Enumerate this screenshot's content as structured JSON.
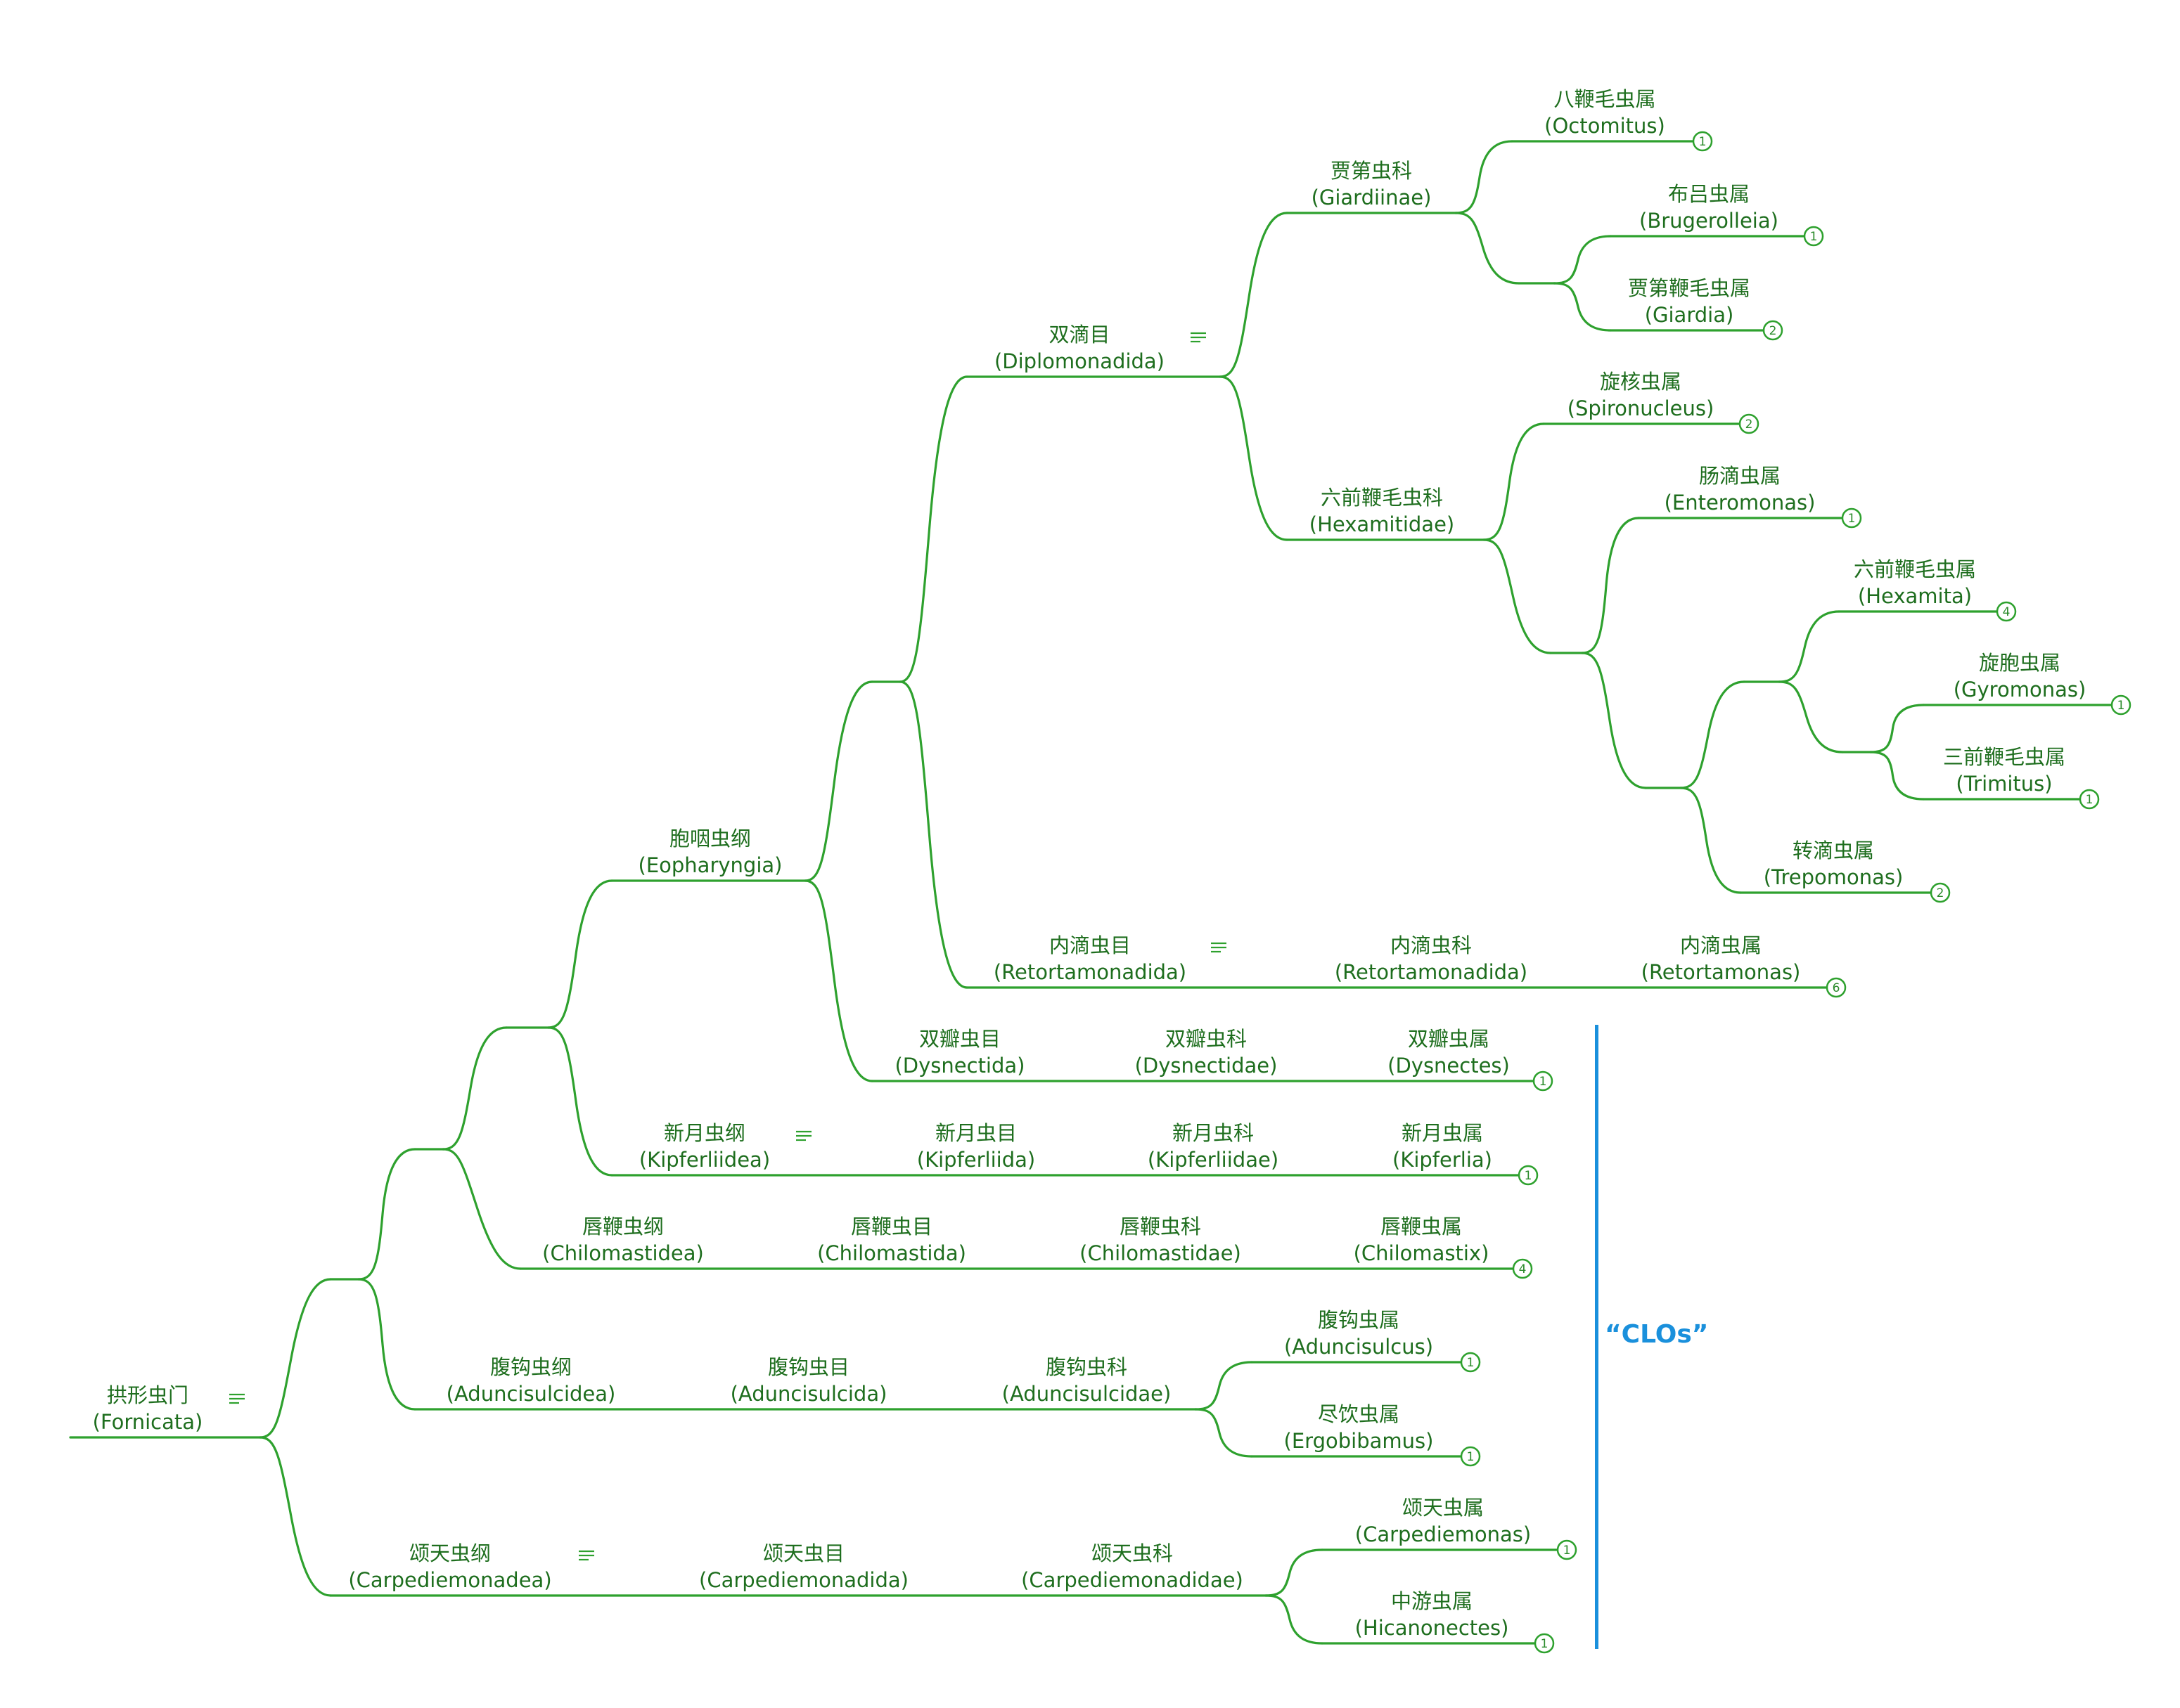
{
  "colors": {
    "edge": "#2ea12e",
    "text": "#1e6e1e",
    "clos": "#1a90dc"
  },
  "nodes": {
    "fornicata": {
      "zh": "拱形虫门",
      "la": "(Fornicata)"
    },
    "eopharyngia": {
      "zh": "胞咽虫纲",
      "la": "(Eopharyngia)"
    },
    "diplomonadida": {
      "zh": "双滴目",
      "la": "(Diplomonadida)"
    },
    "giardiinae": {
      "zh": "贾第虫科",
      "la": "(Giardiinae)"
    },
    "octomitus": {
      "zh": "八鞭毛虫属",
      "la": "(Octomitus)",
      "count": "1"
    },
    "brugerolleia": {
      "zh": "布吕虫属",
      "la": "(Brugerolleia)",
      "count": "1"
    },
    "giardia": {
      "zh": "贾第鞭毛虫属",
      "la": "(Giardia)",
      "count": "2"
    },
    "hexamitidae": {
      "zh": "六前鞭毛虫科",
      "la": "(Hexamitidae)"
    },
    "spironucleus": {
      "zh": "旋核虫属",
      "la": "(Spironucleus)",
      "count": "2"
    },
    "enteromonas": {
      "zh": "肠滴虫属",
      "la": "(Enteromonas)",
      "count": "1"
    },
    "hexamita": {
      "zh": "六前鞭毛虫属",
      "la": "(Hexamita)",
      "count": "4"
    },
    "gyromonas": {
      "zh": "旋胞虫属",
      "la": "(Gyromonas)",
      "count": "1"
    },
    "trimitus": {
      "zh": "三前鞭毛虫属",
      "la": "(Trimitus)",
      "count": "1"
    },
    "trepomonas": {
      "zh": "转滴虫属",
      "la": "(Trepomonas)",
      "count": "2"
    },
    "retortamonadida": {
      "zh": "内滴虫目",
      "la": "(Retortamonadida)"
    },
    "retortamonadida_f": {
      "zh": "内滴虫科",
      "la": "(Retortamonadida)"
    },
    "retortamonas": {
      "zh": "内滴虫属",
      "la": "(Retortamonas)",
      "count": "6"
    },
    "dysnectida": {
      "zh": "双瓣虫目",
      "la": "(Dysnectida)"
    },
    "dysnectidae": {
      "zh": "双瓣虫科",
      "la": "(Dysnectidae)"
    },
    "dysnectes": {
      "zh": "双瓣虫属",
      "la": "(Dysnectes)",
      "count": "1"
    },
    "kipferliidea": {
      "zh": "新月虫纲",
      "la": "(Kipferliidea)"
    },
    "kipferliida": {
      "zh": "新月虫目",
      "la": "(Kipferliida)"
    },
    "kipferliidae": {
      "zh": "新月虫科",
      "la": "(Kipferliidae)"
    },
    "kipferlia": {
      "zh": "新月虫属",
      "la": "(Kipferlia)",
      "count": "1"
    },
    "chilomastidea": {
      "zh": "唇鞭虫纲",
      "la": "(Chilomastidea)"
    },
    "chilomastida": {
      "zh": "唇鞭虫目",
      "la": "(Chilomastida)"
    },
    "chilomastidae": {
      "zh": "唇鞭虫科",
      "la": "(Chilomastidae)"
    },
    "chilomastix": {
      "zh": "唇鞭虫属",
      "la": "(Chilomastix)",
      "count": "4"
    },
    "aduncisulcidea": {
      "zh": "腹钩虫纲",
      "la": "(Aduncisulcidea)"
    },
    "aduncisulcida": {
      "zh": "腹钩虫目",
      "la": "(Aduncisulcida)"
    },
    "aduncisulcidae": {
      "zh": "腹钩虫科",
      "la": "(Aduncisulcidae)"
    },
    "aduncisulcus": {
      "zh": "腹钩虫属",
      "la": "(Aduncisulcus)",
      "count": "1"
    },
    "ergobibamus": {
      "zh": "尽饮虫属",
      "la": "(Ergobibamus)",
      "count": "1"
    },
    "carpediemonadea": {
      "zh": "颂天虫纲",
      "la": "(Carpediemonadea)"
    },
    "carpediemonadida": {
      "zh": "颂天虫目",
      "la": "(Carpediemonadida)"
    },
    "carpediemonadidae": {
      "zh": "颂天虫科",
      "la": "(Carpediemonadidae)"
    },
    "carpediemonas": {
      "zh": "颂天虫属",
      "la": "(Carpediemonas)",
      "count": "1"
    },
    "hicanonectes": {
      "zh": "中游虫属",
      "la": "(Hicanonectes)",
      "count": "1"
    }
  },
  "clos_label": "“CLOs”"
}
